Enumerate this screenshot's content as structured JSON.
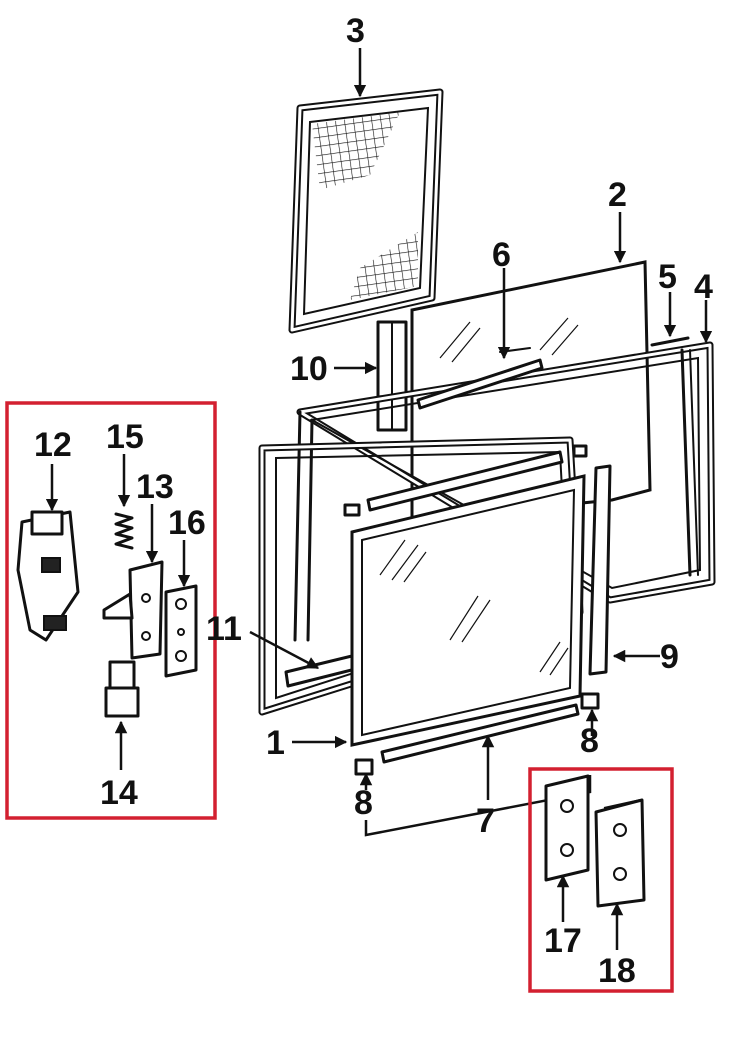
{
  "callouts": {
    "c1": "1",
    "c2": "2",
    "c3": "3",
    "c4": "4",
    "c5": "5",
    "c6": "6",
    "c7": "7",
    "c8a": "8",
    "c8b": "8",
    "c9": "9",
    "c10": "10",
    "c11": "11",
    "c12": "12",
    "c13": "13",
    "c14": "14",
    "c15": "15",
    "c16": "16",
    "c17": "17",
    "c18": "18"
  },
  "highlight_color": "#d32030"
}
